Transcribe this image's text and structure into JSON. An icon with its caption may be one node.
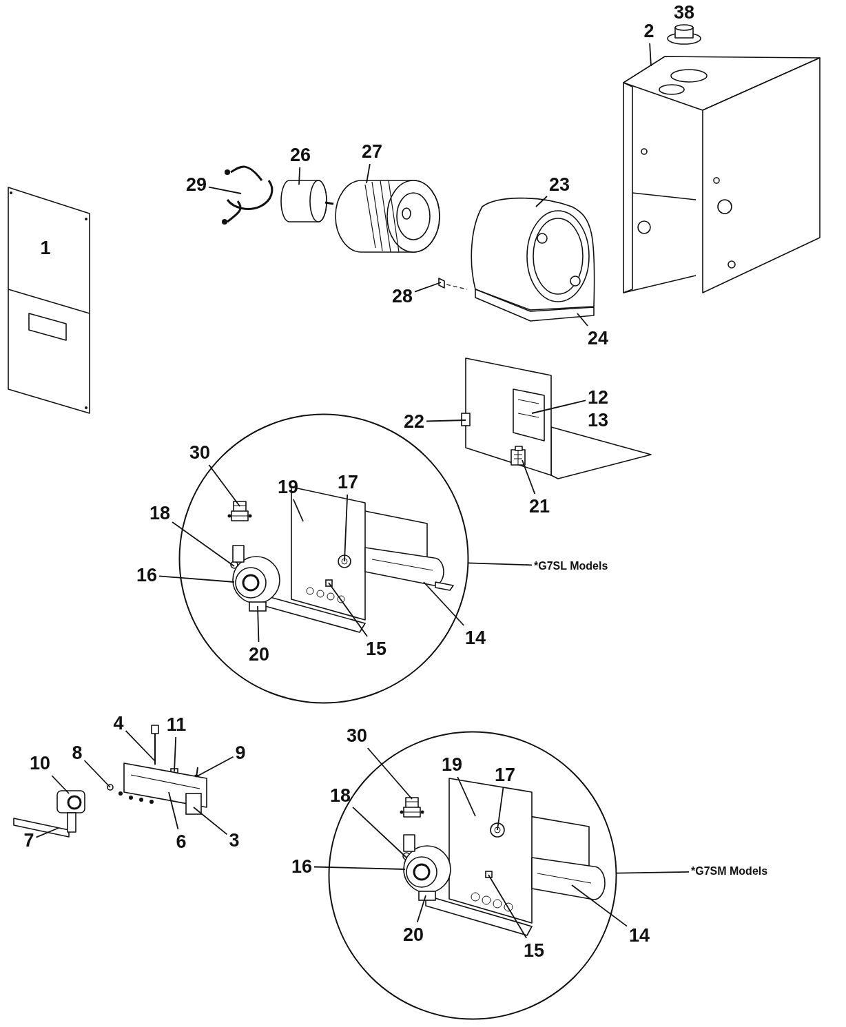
{
  "diagram": {
    "nodes": [
      {
        "text": [
          "2"
        ]
      },
      {
        "text": [
          "29"
        ]
      },
      {
        "text": [
          "26"
        ]
      },
      {
        "text": [
          "27"
        ]
      },
      {
        "text": [
          "23"
        ]
      },
      {
        "text": [
          "28"
        ]
      },
      {
        "text": [
          "24"
        ]
      },
      {
        "text": [
          "12"
        ]
      },
      {
        "text": [
          "22"
        ]
      },
      {
        "text": [
          "21"
        ]
      },
      {
        "text": [],
        "shape": "circle"
      },
      {
        "text": [
          "30"
        ]
      },
      {
        "text": [
          "19"
        ],
        "in": 10
      },
      {
        "text": [
          "17"
        ],
        "in": 10
      },
      {
        "text": [
          "18"
        ]
      },
      {
        "text": [
          "16"
        ]
      },
      {
        "text": [
          "20"
        ],
        "in": 10
      },
      {
        "text": [
          "15"
        ],
        "in": 10
      },
      {
        "text": [
          "14"
        ]
      },
      {
        "text": [
          "*G7SL Models"
        ]
      },
      {
        "text": [
          "4"
        ]
      },
      {
        "text": [
          "11"
        ]
      },
      {
        "text": [
          "10"
        ]
      },
      {
        "text": [
          "8"
        ]
      },
      {
        "text": [
          "9"
        ]
      },
      {
        "text": [
          "7"
        ]
      },
      {
        "text": [
          "6"
        ]
      },
      {
        "text": [
          "3"
        ]
      },
      {
        "text": [],
        "shape": "circle"
      },
      {
        "text": [
          "30"
        ]
      },
      {
        "text": [
          "19"
        ],
        "in": 28
      },
      {
        "text": [
          "17"
        ],
        "in": 28
      },
      {
        "text": [
          "18"
        ]
      },
      {
        "text": [
          "16"
        ]
      },
      {
        "text": [
          "20"
        ],
        "in": 28
      },
      {
        "text": [
          "15"
        ],
        "in": 28
      },
      {
        "text": [
          "14"
        ]
      },
      {
        "text": [
          "*G7SM Models"
        ]
      },
      {
        "text": [],
        "shape": "picture"
      },
      {
        "text": [],
        "shape": "picture"
      },
      {
        "text": [],
        "shape": "picture"
      },
      {
        "text": [],
        "shape": "picture"
      },
      {
        "text": [],
        "shape": "picture"
      },
      {
        "text": [],
        "shape": "picture"
      },
      {
        "text": [],
        "shape": "picture"
      },
      {
        "text": [],
        "shape": "picture"
      },
      {
        "text": [],
        "shape": "box"
      },
      {
        "text": [],
        "shape": "picture"
      },
      {
        "text": [],
        "shape": "picture",
        "in": 10
      },
      {
        "text": [],
        "shape": "picture",
        "in": 10
      },
      {
        "text": [],
        "shape": "picture",
        "in": 49
      },
      {
        "text": [],
        "shape": "circle",
        "in": 10
      },
      {
        "text": [],
        "shape": "picture",
        "in": 10
      },
      {
        "text": [],
        "shape": "box",
        "in": 10
      },
      {
        "text": [],
        "shape": "box",
        "in": 49
      },
      {
        "text": [],
        "shape": "picture",
        "in": 10
      },
      {
        "text": [],
        "shape": "picture"
      },
      {
        "text": [],
        "shape": "box"
      },
      {
        "text": [],
        "shape": "picture"
      },
      {
        "text": [],
        "shape": "circle"
      },
      {
        "text": [],
        "shape": "picture"
      },
      {
        "text": [],
        "shape": "picture"
      },
      {
        "text": [],
        "shape": "picture"
      },
      {
        "text": [],
        "shape": "box"
      },
      {
        "text": [],
        "shape": "picture",
        "in": 28
      },
      {
        "text": [],
        "shape": "picture",
        "in": 28
      },
      {
        "text": [],
        "shape": "picture",
        "in": 65
      },
      {
        "text": [],
        "shape": "circle",
        "in": 28
      },
      {
        "text": [],
        "shape": "picture",
        "in": 28
      },
      {
        "text": [],
        "shape": "box",
        "in": 28
      },
      {
        "text": [],
        "shape": "box",
        "in": 65
      },
      {
        "text": [],
        "shape": "picture",
        "in": 28
      }
    ],
    "edges": [
      {
        "from": 0,
        "to": 38,
        "arrow": "none"
      },
      {
        "from": 1,
        "to": 39,
        "arrow": "none"
      },
      {
        "from": 2,
        "to": 40,
        "arrow": "none"
      },
      {
        "from": 3,
        "to": 41,
        "arrow": "none"
      },
      {
        "from": 4,
        "to": 42,
        "arrow": "none"
      },
      {
        "from": 5,
        "to": 43,
        "arrow": "none"
      },
      {
        "from": 6,
        "to": 44,
        "arrow": "none"
      },
      {
        "from": 7,
        "to": 45,
        "arrow": "none"
      },
      {
        "from": 8,
        "to": 46,
        "arrow": "none"
      },
      {
        "from": 9,
        "to": 47,
        "arrow": "none"
      },
      {
        "from": 11,
        "to": 48,
        "arrow": "none"
      },
      {
        "from": 12,
        "to": 49,
        "arrow": "none"
      },
      {
        "from": 13,
        "to": 50,
        "arrow": "none"
      },
      {
        "from": 14,
        "to": 51,
        "arrow": "none"
      },
      {
        "from": 15,
        "to": 52,
        "arrow": "none"
      },
      {
        "from": 16,
        "to": 53,
        "arrow": "none"
      },
      {
        "from": 17,
        "to": 54,
        "arrow": "none"
      },
      {
        "from": 18,
        "to": 55,
        "arrow": "none"
      },
      {
        "from": 19,
        "to": 10,
        "arrow": "none"
      },
      {
        "from": 20,
        "to": 56,
        "arrow": "none"
      },
      {
        "from": 21,
        "to": 57,
        "arrow": "none"
      },
      {
        "from": 22,
        "to": 58,
        "arrow": "none"
      },
      {
        "from": 23,
        "to": 59,
        "arrow": "none"
      },
      {
        "from": 24,
        "to": 60,
        "arrow": "none"
      },
      {
        "from": 25,
        "to": 61,
        "arrow": "none"
      },
      {
        "from": 26,
        "to": 62,
        "arrow": "none"
      },
      {
        "from": 27,
        "to": 63,
        "arrow": "none"
      },
      {
        "from": 29,
        "to": 64,
        "arrow": "none"
      },
      {
        "from": 30,
        "to": 65,
        "arrow": "none"
      },
      {
        "from": 31,
        "to": 66,
        "arrow": "none"
      },
      {
        "from": 32,
        "to": 67,
        "arrow": "none"
      },
      {
        "from": 33,
        "to": 68,
        "arrow": "none"
      },
      {
        "from": 34,
        "to": 69,
        "arrow": "none"
      },
      {
        "from": 35,
        "to": 70,
        "arrow": "none"
      },
      {
        "from": 36,
        "to": 71,
        "arrow": "none"
      },
      {
        "from": 37,
        "to": 28,
        "arrow": "none"
      }
    ],
    "labels": [
      "38",
      "1",
      "13"
    ]
  }
}
